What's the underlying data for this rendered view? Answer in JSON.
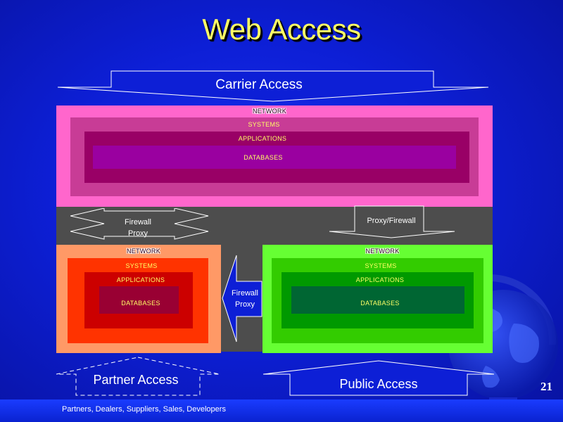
{
  "title": "Web Access",
  "carrier_access": "Carrier Access",
  "partner_access": "Partner Access",
  "public_access": "Public Access",
  "top_block": {
    "network": "NETWORK",
    "systems": "SYSTEMS",
    "applications": "APPLICATIONS",
    "databases": "DATABASES"
  },
  "left_block": {
    "network": "NETWORK",
    "systems": "SYSTEMS",
    "applications": "APPLICATIONS",
    "databases": "DATABASES"
  },
  "right_block": {
    "network": "NETWORK",
    "systems": "SYSTEMS",
    "applications": "APPLICATIONS",
    "databases": "DATABASES"
  },
  "firewall_proxy_left": {
    "line1": "Firewall",
    "line2": "Proxy"
  },
  "proxy_firewall_right": "Proxy/Firewall",
  "firewall_proxy_middle": {
    "line1": "Firewall",
    "line2": "Proxy"
  },
  "page_number": "21",
  "footer": "Partners, Dealers, Suppliers, Sales, Developers",
  "colors": {
    "top_network": "#ff66cc",
    "top_systems": "#c83c96",
    "top_applications": "#990066",
    "top_databases": "#9a00a0",
    "left_network": "#ff9966",
    "left_systems": "#ff3300",
    "left_applications": "#cc0000",
    "left_databases": "#990033",
    "right_network": "#66ff33",
    "right_systems": "#33cc00",
    "right_applications": "#009900",
    "right_databases": "#006633",
    "gray_band": "#4d4d4d"
  }
}
